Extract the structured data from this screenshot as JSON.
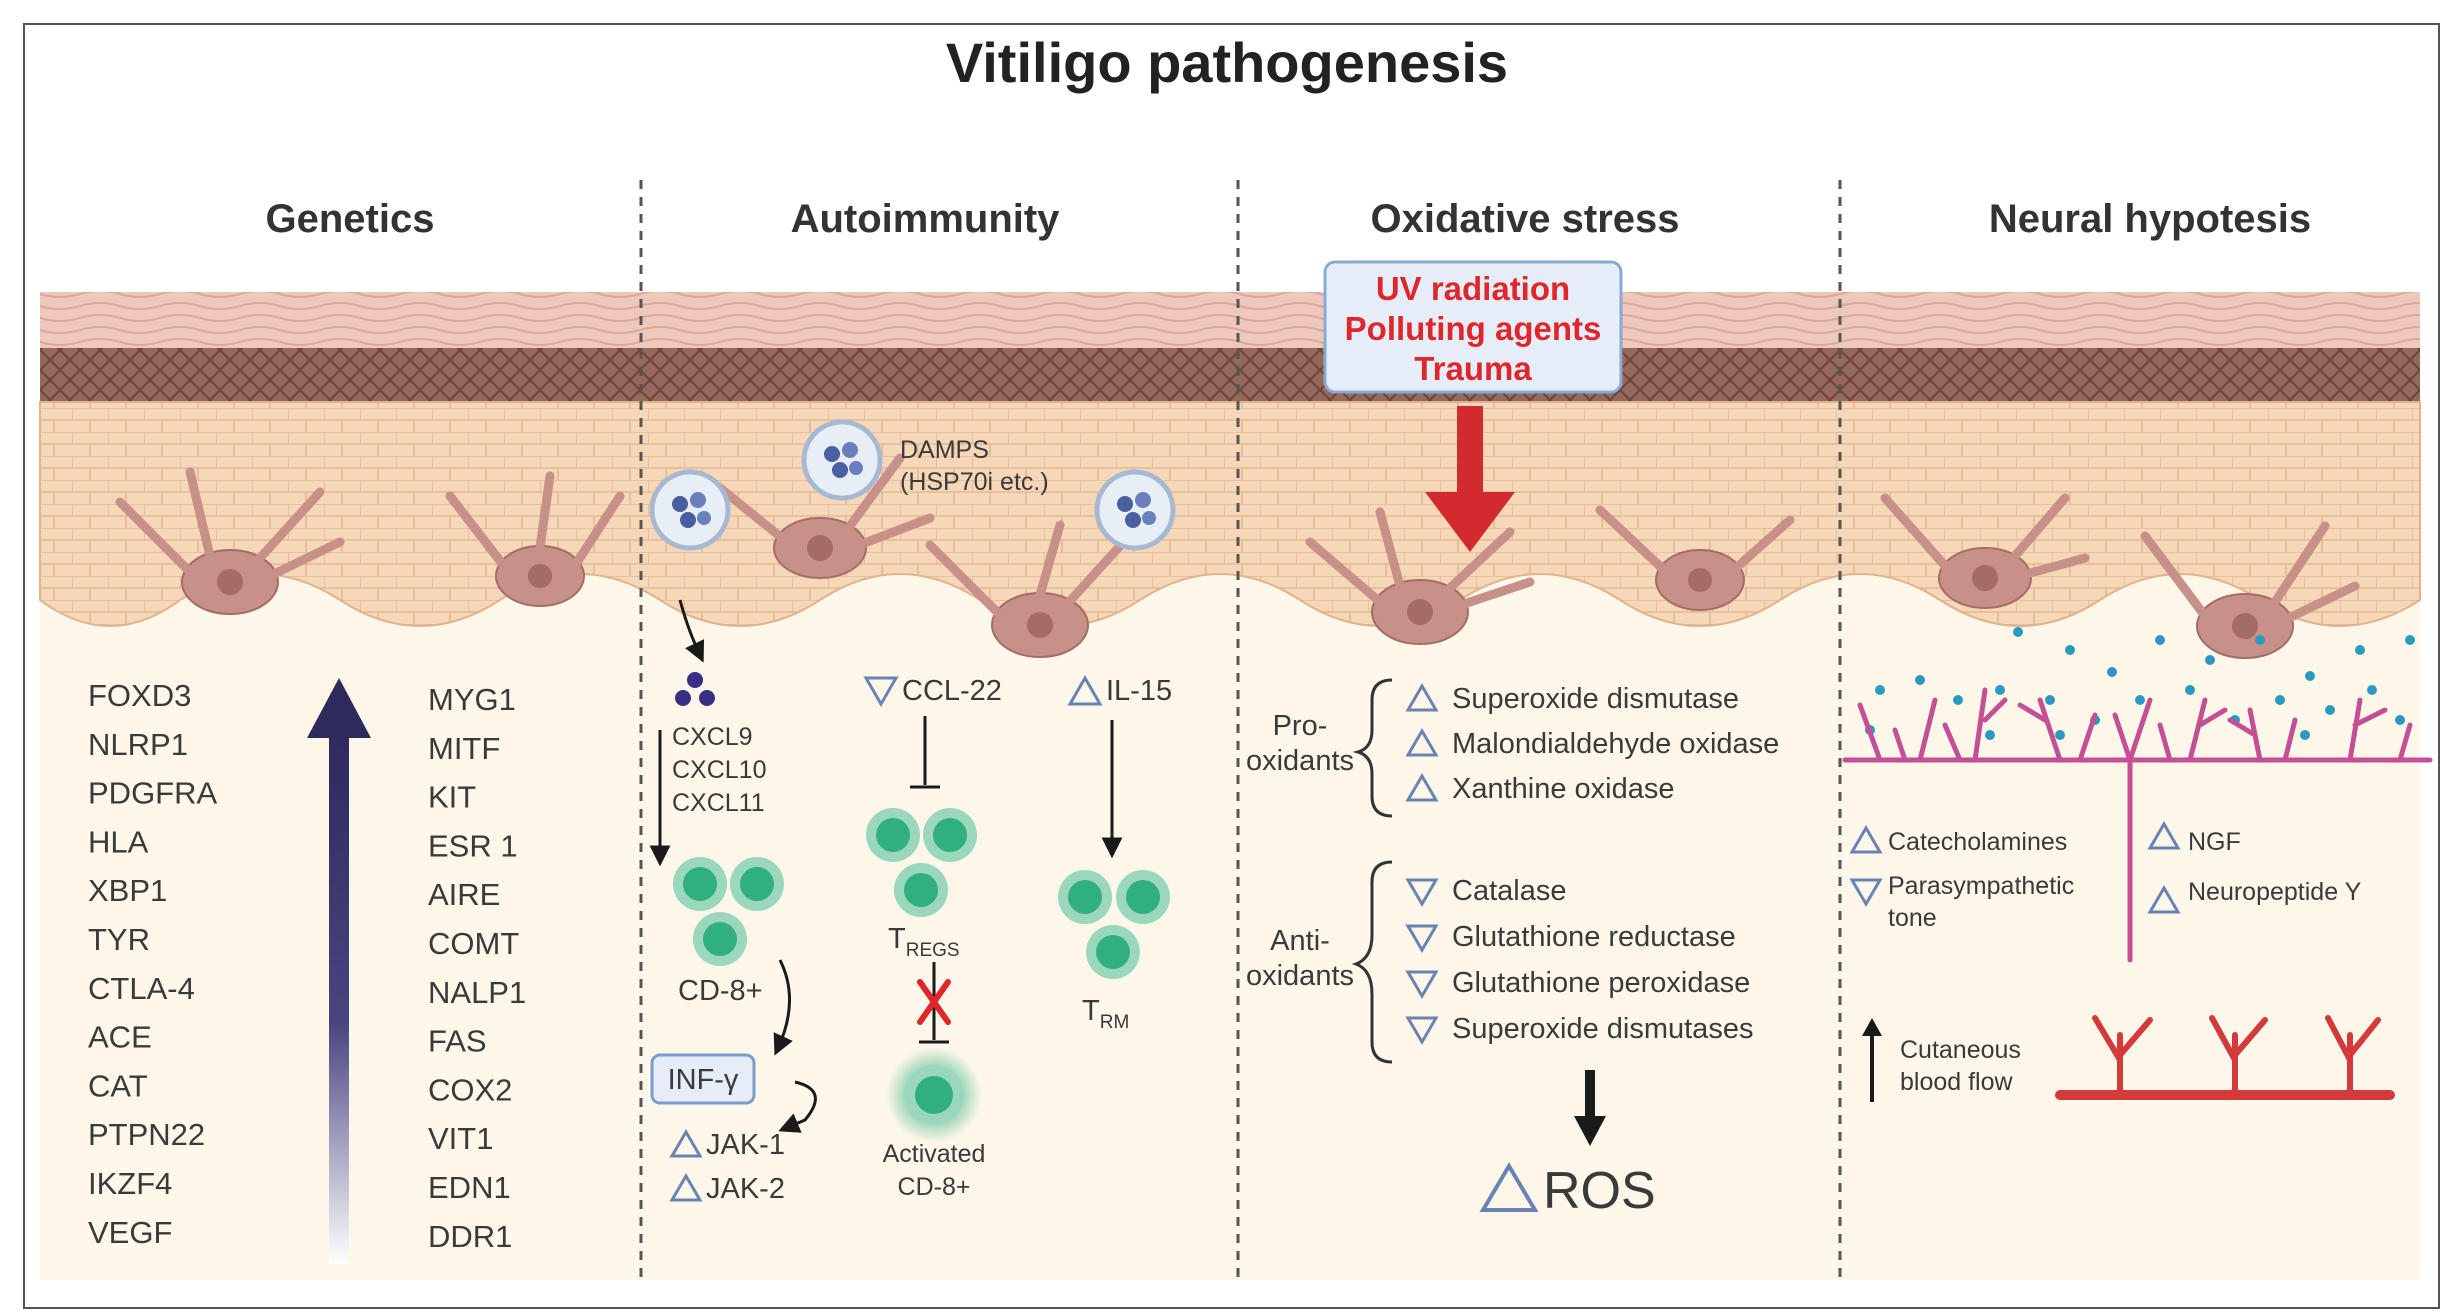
{
  "title": "Vitiligo pathogenesis",
  "panels": {
    "genetics": {
      "header": "Genetics",
      "genes_left": [
        "FOXD3",
        "NLRP1",
        "PDGFRA",
        "HLA",
        "XBP1",
        "TYR",
        "CTLA-4",
        "ACE",
        "CAT",
        "PTPN22",
        "IKZF4",
        "VEGF"
      ],
      "genes_right": [
        "MYG1",
        "MITF",
        "KIT",
        "ESR 1",
        "AIRE",
        "COMT",
        "NALP1",
        "FAS",
        "COX2",
        "VIT1",
        "EDN1",
        "DDR1"
      ]
    },
    "autoimmunity": {
      "header": "Autoimmunity",
      "damps_line1": "DAMPS",
      "damps_line2": "(HSP70i etc.)",
      "cxcl": [
        "CXCL9",
        "CXCL10",
        "CXCL11"
      ],
      "cd8": "CD-8+",
      "inf": "INF-γ",
      "jak": [
        "JAK-1",
        "JAK-2"
      ],
      "ccl22": "CCL-22",
      "tregs_main": "T",
      "tregs_sub": "REGS",
      "activated_line1": "Activated",
      "activated_line2": "CD-8+",
      "il15": "IL-15",
      "trm_main": "T",
      "trm_sub": "RM"
    },
    "oxidative": {
      "header": "Oxidative stress",
      "triggers": [
        "UV radiation",
        "Polluting agents",
        "Trauma"
      ],
      "pro_label": [
        "Pro-",
        "oxidants"
      ],
      "pro_items": [
        "Superoxide dismutase",
        "Malondialdehyde oxidase",
        "Xanthine oxidase"
      ],
      "anti_label": [
        "Anti-",
        "oxidants"
      ],
      "anti_items": [
        "Catalase",
        "Glutathione reductase",
        "Glutathione peroxidase",
        "Superoxide dismutases"
      ],
      "ros": "ROS"
    },
    "neural": {
      "header": "Neural hypotesis",
      "catecholamines": "Catecholamines",
      "ngf": "NGF",
      "parasympathetic": [
        "Parasympathetic",
        "tone"
      ],
      "neuropeptide": "Neuropeptide Y",
      "blood_flow": [
        "Cutaneous",
        "blood flow"
      ]
    }
  },
  "colors": {
    "skin": "#f6d8b8",
    "dermis_dark": "#8f6355",
    "melanocyte": "#c79089",
    "tcell": "#2fb07e",
    "arrow_red": "#d22a2f",
    "nerve": "#c54f95",
    "dots": "#2a9bc0",
    "vessel": "#d43a3c",
    "genetics_arrow": "#2e2a5c"
  }
}
